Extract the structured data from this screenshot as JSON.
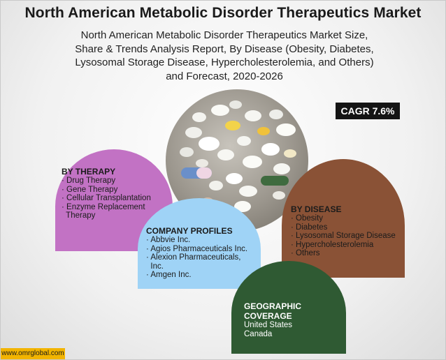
{
  "title": "North American Metabolic Disorder Therapeutics Market",
  "subtitle_lines": [
    "North American Metabolic Disorder Therapeutics Market Size,",
    "Share & Trends Analysis Report, By Disease (Obesity, Diabetes,",
    "Lysosomal Storage Disease, Hypercholesterolemia, and Others)",
    "and Forecast, 2020-2026"
  ],
  "cagr": "CAGR 7.6%",
  "therapy": {
    "heading": "BY THERAPY",
    "items": [
      "· Drug Therapy",
      "· Gene Therapy",
      "· Cellular Transplantation",
      "· Enzyme Replacement",
      "  Therapy"
    ],
    "color": "#c272c4"
  },
  "company": {
    "heading": "COMPANY PROFILES",
    "items": [
      "· Abbvie Inc.",
      "· Agios Pharmaceuticals Inc.",
      "· Alexion Pharmaceuticals,",
      "  Inc.",
      "· Amgen Inc."
    ],
    "color": "#9fd3f6"
  },
  "disease": {
    "heading": "BY DISEASE",
    "items": [
      "· Obesity",
      "· Diabetes",
      "· Lysosomal Storage Disease",
      "· Hypercholesterolemia",
      "· Others"
    ],
    "color": "#8a5236"
  },
  "geo": {
    "heading": "GEOGRAPHIC COVERAGE",
    "items": [
      "United States",
      "Canada"
    ],
    "color": "#2f5a33"
  },
  "website": "www.omrglobal.com",
  "accent": "#f2b400"
}
